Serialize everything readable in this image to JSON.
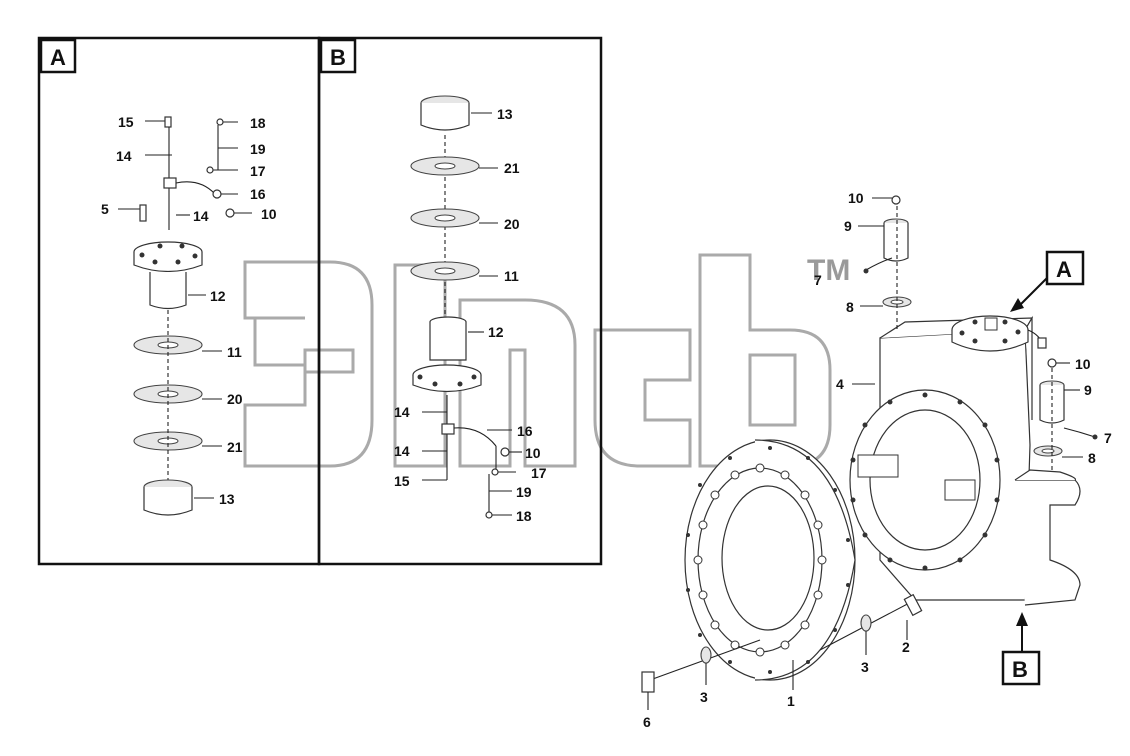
{
  "panel_a": {
    "tag": "A",
    "labels": {
      "p15": "15",
      "p18": "18",
      "p14a": "14",
      "p19": "19",
      "p17": "17",
      "p16": "16",
      "p5": "5",
      "p14b": "14",
      "p10": "10",
      "p12": "12",
      "p11": "11",
      "p20": "20",
      "p21": "21",
      "p13": "13"
    }
  },
  "panel_b": {
    "tag": "B",
    "labels": {
      "p13": "13",
      "p21": "21",
      "p20": "20",
      "p11": "11",
      "p12": "12",
      "p14a": "14",
      "p16": "16",
      "p14b": "14",
      "p10": "10",
      "p15": "15",
      "p17": "17",
      "p19": "19",
      "p18": "18"
    }
  },
  "assembly": {
    "tag_a": "A",
    "tag_b": "B",
    "watermark_tm": "TM",
    "labels": {
      "p10a": "10",
      "p9a": "9",
      "p7a": "7",
      "p8a": "8",
      "p4": "4",
      "p10b": "10",
      "p9b": "9",
      "p7b": "7",
      "p8b": "8",
      "p2": "2",
      "p3a": "3",
      "p3b": "3",
      "p1": "1",
      "p6": "6"
    }
  },
  "colors": {
    "ink": "#111111",
    "watermark": "#9a9a9a",
    "shade": "#e6e6e6"
  }
}
